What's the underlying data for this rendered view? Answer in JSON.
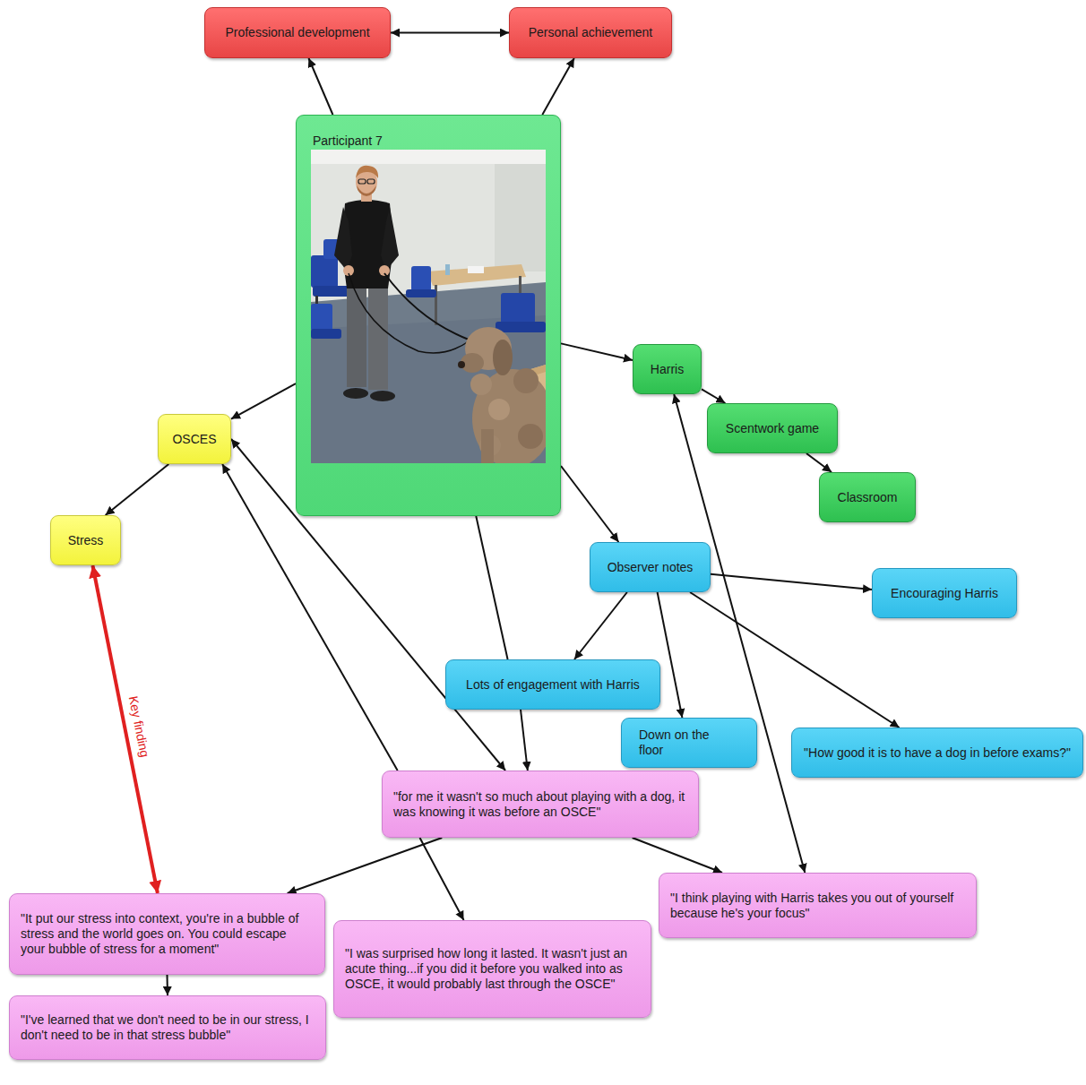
{
  "diagram": {
    "nodes": [
      {
        "text": [
          "Professional development"
        ]
      },
      {
        "text": [
          "Personal achievement"
        ]
      },
      {
        "text": [
          "Participant 7"
        ]
      },
      {
        "text": [
          "OSCES"
        ]
      },
      {
        "text": [
          "Stress"
        ]
      },
      {
        "text": [
          "Harris"
        ]
      },
      {
        "text": [
          "Scentwork game"
        ]
      },
      {
        "text": [
          "Classroom"
        ]
      },
      {
        "text": [
          "Observer notes"
        ]
      },
      {
        "text": [
          "Encouraging Harris"
        ]
      },
      {
        "text": [
          "Lots of engagement with Harris"
        ]
      },
      {
        "text": [
          "Down on the floor"
        ]
      },
      {
        "text": [
          "\"How good it is to have a dog in before exams?\""
        ]
      },
      {
        "text": [
          "\"for me it wasn't so much about playing with a dog, it was knowing it was before an OSCE\""
        ]
      },
      {
        "text": [
          "\"It put our stress into context, you're in a bubble of stress and the world goes on. You could escape your bubble of stress for a moment\""
        ]
      },
      {
        "text": [
          "\"I was surprised how long it lasted. It wasn't just an acute thing...if you did it before you walked into as OSCE, it would probably last through the OSCE\""
        ]
      },
      {
        "text": [
          "\"I think playing with Harris takes you out of yourself because he's your focus\""
        ]
      },
      {
        "text": [
          "\"I've learned that we don't need to be in our stress, I don't need to be in that stress bubble\""
        ]
      }
    ],
    "edges": [
      {
        "from": 0,
        "to": 1,
        "arrow": "both"
      },
      {
        "from": 2,
        "to": 0,
        "arrow": "to"
      },
      {
        "from": 2,
        "to": 1,
        "arrow": "to"
      },
      {
        "from": 2,
        "to": 3,
        "arrow": "to"
      },
      {
        "from": 3,
        "to": 4,
        "arrow": "to"
      },
      {
        "from": 2,
        "to": 5,
        "arrow": "to"
      },
      {
        "from": 5,
        "to": 6,
        "arrow": "to"
      },
      {
        "from": 6,
        "to": 7,
        "arrow": "to"
      },
      {
        "from": 2,
        "to": 8,
        "arrow": "to"
      },
      {
        "from": 8,
        "to": 9,
        "arrow": "to"
      },
      {
        "from": 8,
        "to": 10,
        "arrow": "to"
      },
      {
        "from": 8,
        "to": 11,
        "arrow": "to"
      },
      {
        "from": 8,
        "to": 12,
        "arrow": "to"
      },
      {
        "from": 2,
        "to": 10,
        "arrow": "none"
      },
      {
        "from": 10,
        "to": 13,
        "arrow": "to"
      },
      {
        "from": 13,
        "to": 3,
        "arrow": "both"
      },
      {
        "from": 13,
        "to": 3,
        "arrow": "to"
      },
      {
        "from": 4,
        "to": 14,
        "label": "Key finding",
        "arrow": "both"
      },
      {
        "from": 13,
        "to": 14,
        "arrow": "to"
      },
      {
        "from": 13,
        "to": 15,
        "arrow": "to"
      },
      {
        "from": 13,
        "to": 16,
        "arrow": "to"
      },
      {
        "from": 16,
        "to": 5,
        "arrow": "both"
      },
      {
        "from": 14,
        "to": 17,
        "arrow": "to"
      }
    ]
  }
}
